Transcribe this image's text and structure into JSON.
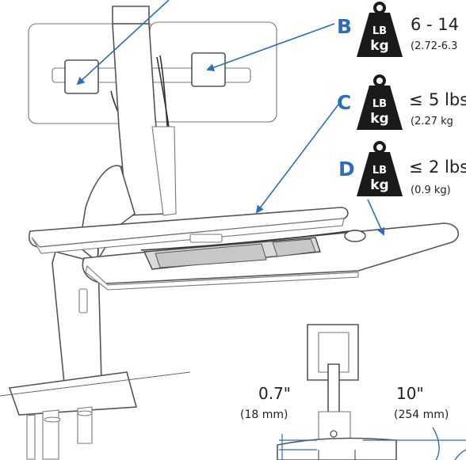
{
  "callouts": [
    {
      "letter": "B",
      "weight": "6 - 14",
      "weight_metric": "(2.72-6.3",
      "weight_prefix": "",
      "unit_top": "LB",
      "unit_bottom": "kg"
    },
    {
      "letter": "C",
      "weight": "5 lbs",
      "weight_metric": "(2.27 kg",
      "weight_prefix": "≤",
      "unit_top": "LB",
      "unit_bottom": "kg"
    },
    {
      "letter": "D",
      "weight": "2 lbs",
      "weight_metric": "(0.9 kg)",
      "weight_prefix": "≤",
      "unit_top": "LB",
      "unit_bottom": "kg"
    }
  ],
  "dimensions": [
    {
      "imperial": "0.7\"",
      "metric": "(18 mm)"
    },
    {
      "imperial": "10\"",
      "metric": "(254 mm)"
    }
  ],
  "colors": {
    "accent": "#2f6db5",
    "weight_icon": "#1a1a1a"
  }
}
